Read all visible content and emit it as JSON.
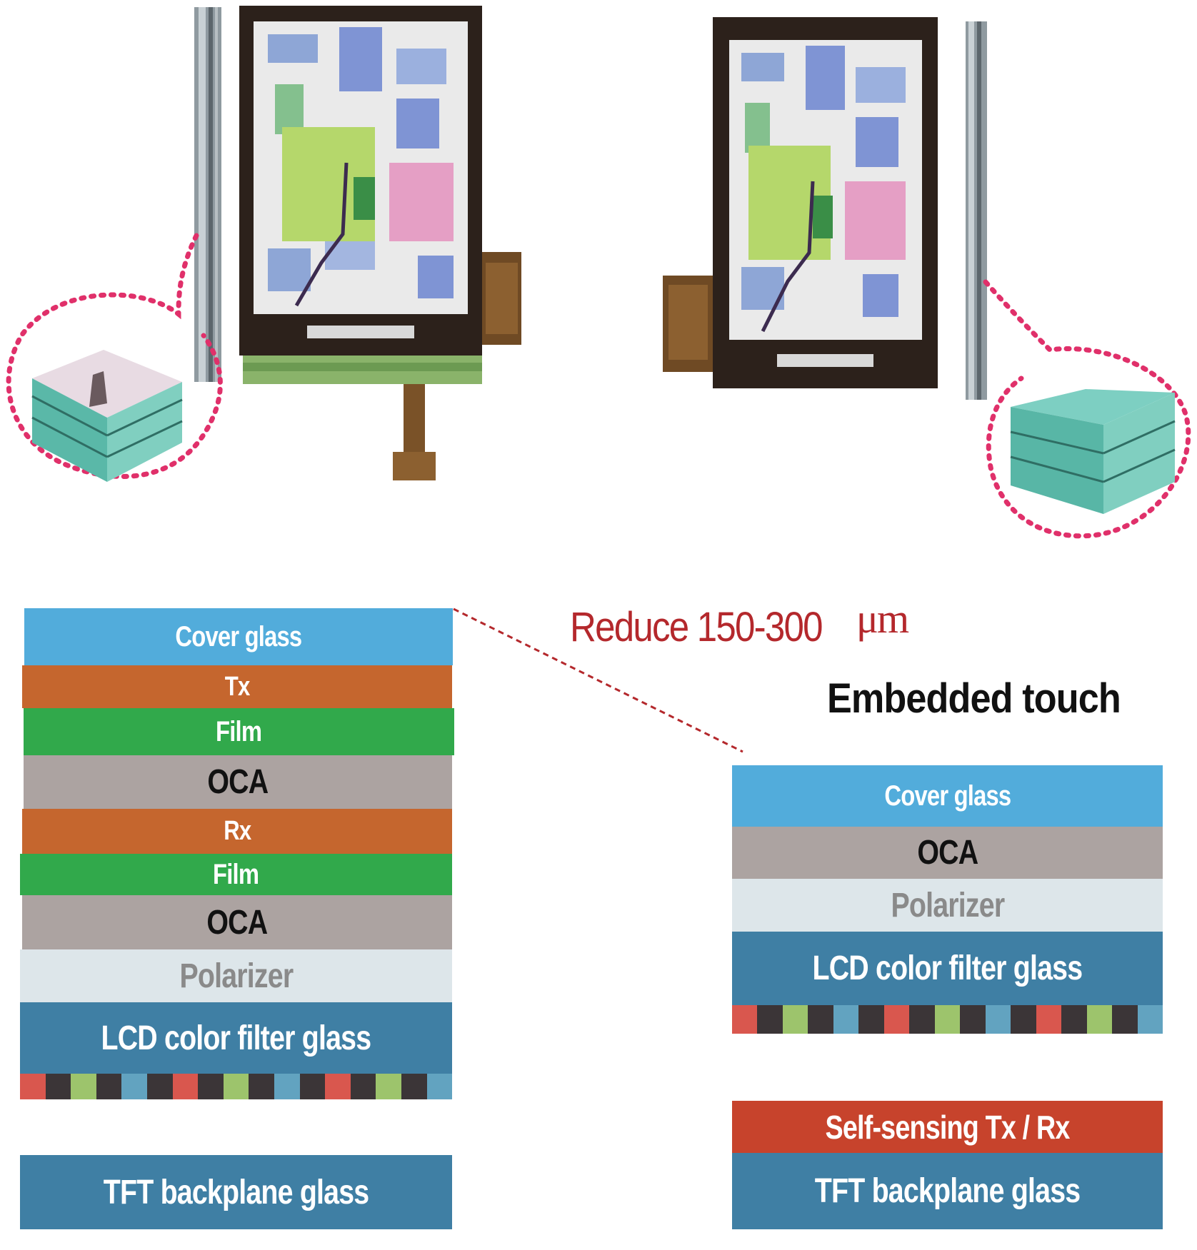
{
  "colors": {
    "cover_glass": "#52acdb",
    "tx_rx": "#c5662e",
    "film": "#31a94b",
    "oca": "#aca3a1",
    "polarizer": "#dde6ea",
    "lcd_glass": "#3f7fa4",
    "self_sensing": "#c7432c",
    "callout_dots": "#e0306a",
    "annotation_red": "#b4282c"
  },
  "annotation": {
    "reduce_text": "Reduce 150-300 ",
    "reduce_unit": "μm"
  },
  "embedded": {
    "heading": "Embedded touch"
  },
  "left_stack": [
    {
      "label": "Cover glass",
      "text_color": "#ffffff"
    },
    {
      "label": "Tx",
      "text_color": "#ffffff"
    },
    {
      "label": "Film",
      "text_color": "#ffffff"
    },
    {
      "label": "OCA",
      "text_color": "#111111"
    },
    {
      "label": "Rx",
      "text_color": "#ffffff"
    },
    {
      "label": "Film",
      "text_color": "#ffffff"
    },
    {
      "label": "OCA",
      "text_color": "#111111"
    },
    {
      "label": "Polarizer",
      "text_color": "#8a8a8a"
    },
    {
      "label": "LCD  color filter glass",
      "text_color": "#ffffff"
    },
    {
      "label": "TFT  backplane glass",
      "text_color": "#ffffff"
    }
  ],
  "right_stack": [
    {
      "label": "Cover glass",
      "text_color": "#ffffff"
    },
    {
      "label": "OCA",
      "text_color": "#111111"
    },
    {
      "label": "Polarizer",
      "text_color": "#8a8a8a"
    },
    {
      "label": "LCD  color filter glass",
      "text_color": "#ffffff"
    },
    {
      "label": "Self-sensing Tx / Rx",
      "text_color": "#ffffff"
    },
    {
      "label": "TFT  backplane glass",
      "text_color": "#ffffff"
    }
  ],
  "color_filter_stripe": [
    "#d9574e",
    "#3b3537",
    "#9dc46c",
    "#3b3537",
    "#62a3c0",
    "#3b3537"
  ]
}
